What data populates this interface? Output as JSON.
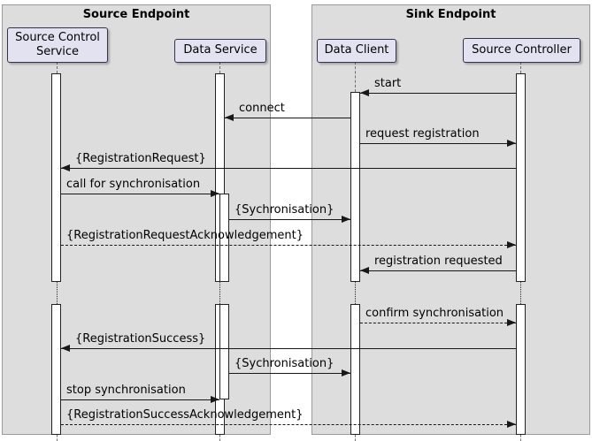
{
  "diagram": {
    "type": "sequence",
    "boxes": [
      {
        "title": "Source Endpoint"
      },
      {
        "title": "Sink Endpoint"
      }
    ],
    "participants": [
      {
        "id": "scs",
        "label": "Source Control Service",
        "box": "Source Endpoint"
      },
      {
        "id": "ds",
        "label": "Data Service",
        "box": "Source Endpoint"
      },
      {
        "id": "dc",
        "label": "Data Client",
        "box": "Sink Endpoint"
      },
      {
        "id": "sc",
        "label": "Source Controller",
        "box": "Sink Endpoint"
      }
    ],
    "messages": [
      {
        "label": "start",
        "from": "sc",
        "to": "dc",
        "line": "solid"
      },
      {
        "label": "connect",
        "from": "dc",
        "to": "ds",
        "line": "solid"
      },
      {
        "label": "request registration",
        "from": "dc",
        "to": "sc",
        "line": "solid"
      },
      {
        "label": "{RegistrationRequest}",
        "from": "sc",
        "to": "scs",
        "line": "solid"
      },
      {
        "label": "call for synchronisation",
        "from": "scs",
        "to": "ds",
        "line": "solid"
      },
      {
        "label": "{Sychronisation}",
        "from": "ds",
        "to": "dc",
        "line": "solid"
      },
      {
        "label": "{RegistrationRequestAcknowledgement}",
        "from": "scs",
        "to": "sc",
        "line": "dashed"
      },
      {
        "label": "registration requested",
        "from": "sc",
        "to": "dc",
        "line": "solid"
      },
      {
        "label": "confirm synchronisation",
        "from": "dc",
        "to": "sc",
        "line": "dashed"
      },
      {
        "label": "{RegistrationSuccess}",
        "from": "sc",
        "to": "scs",
        "line": "solid"
      },
      {
        "label": "{Sychronisation}",
        "from": "ds",
        "to": "dc",
        "line": "solid"
      },
      {
        "label": "stop synchronisation",
        "from": "scs",
        "to": "ds",
        "line": "solid"
      },
      {
        "label": "{RegistrationSuccessAcknowledgement}",
        "from": "scs",
        "to": "sc",
        "line": "dashed"
      }
    ],
    "colors": {
      "participant_fill": "#E2E2F0",
      "frame_fill": "#DDDDDD",
      "arrow": "#181818",
      "background": "#FFFFFF"
    }
  }
}
